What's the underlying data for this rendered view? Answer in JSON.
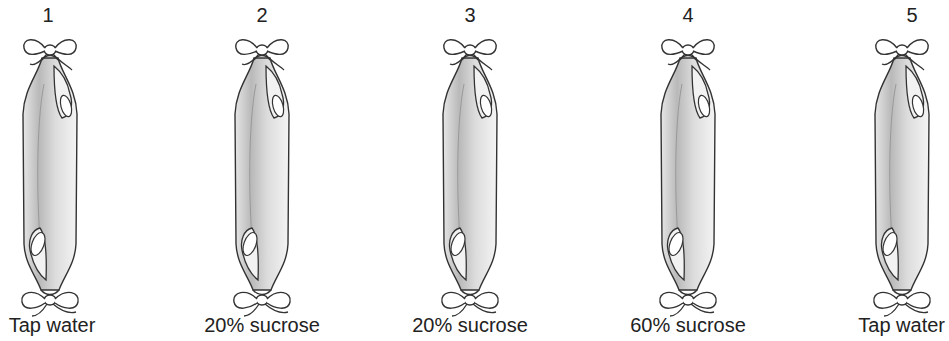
{
  "diagram": {
    "labels": [
      "1",
      "2",
      "3",
      "4",
      "5",
      "Tap water",
      "20% sucrose",
      "20% sucrose",
      "60% sucrose",
      "Tap water"
    ]
  }
}
